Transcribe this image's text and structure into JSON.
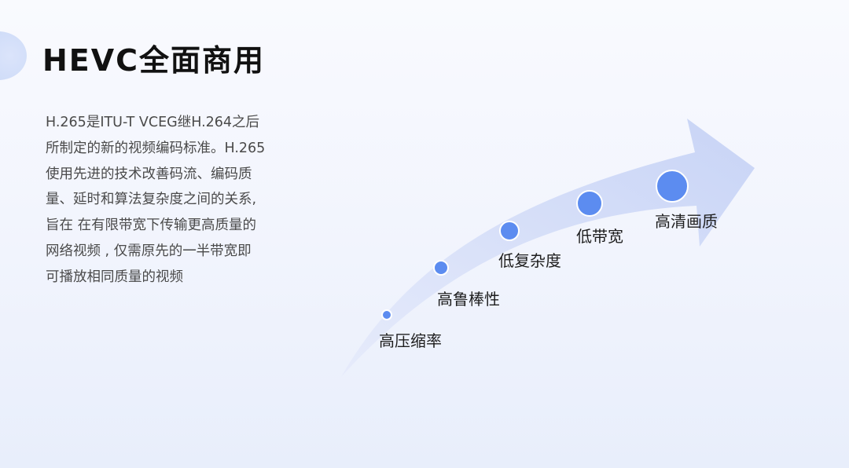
{
  "title": "HEVC全面商用",
  "description_lines": [
    "H.265是ITU-T VCEG继H.264之后",
    "所制定的新的视频编码标准。H.265",
    "使用先进的技术改善码流、编码质",
    "量、延时和算法复杂度之间的关系,",
    "旨在 在有限带宽下传输更高质量的",
    "网络视频 , 仅需原先的一半带宽即",
    "可播放相同质量的视频"
  ],
  "stages": [
    {
      "label": "高压缩率"
    },
    {
      "label": "高鲁棒性"
    },
    {
      "label": "低复杂度"
    },
    {
      "label": "低带宽"
    },
    {
      "label": "高清画质"
    }
  ],
  "colors": {
    "arrow_light": "#e6ebfb",
    "arrow_dark": "#c8d4f6",
    "dot": "#5c8cf0",
    "dot_edge": "#ffffff"
  }
}
